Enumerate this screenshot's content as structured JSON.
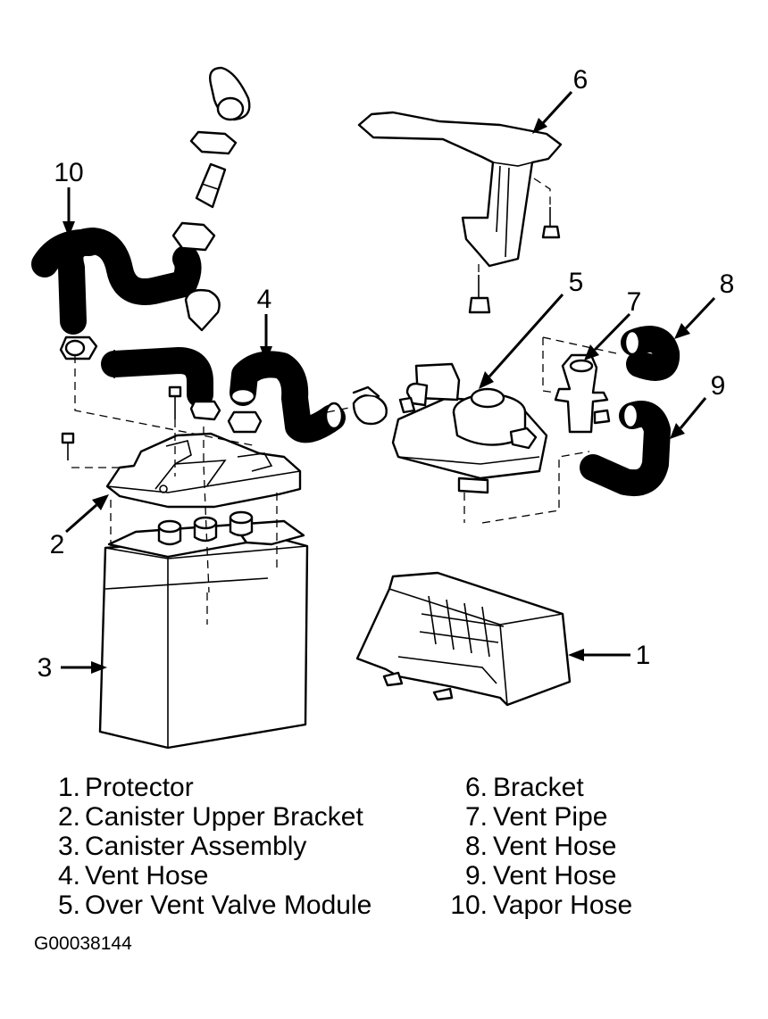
{
  "callouts": {
    "c1": "1",
    "c2": "2",
    "c3": "3",
    "c4": "4",
    "c5": "5",
    "c6": "6",
    "c7": "7",
    "c8": "8",
    "c9": "9",
    "c10": "10"
  },
  "legend": {
    "left": [
      {
        "num": "1.",
        "label": "Protector"
      },
      {
        "num": "2.",
        "label": "Canister Upper Bracket"
      },
      {
        "num": "3.",
        "label": "Canister Assembly"
      },
      {
        "num": "4.",
        "label": "Vent Hose"
      },
      {
        "num": "5.",
        "label": "Over Vent Valve Module"
      }
    ],
    "right": [
      {
        "num": "6.",
        "label": "Bracket"
      },
      {
        "num": "7.",
        "label": "Vent Pipe"
      },
      {
        "num": "8.",
        "label": "Vent Hose"
      },
      {
        "num": "9.",
        "label": "Vent Hose"
      },
      {
        "num": "10.",
        "label": "Vapor Hose"
      }
    ]
  },
  "figure_code": "G00038144",
  "colors": {
    "ink": "#000000",
    "paper": "#ffffff"
  }
}
